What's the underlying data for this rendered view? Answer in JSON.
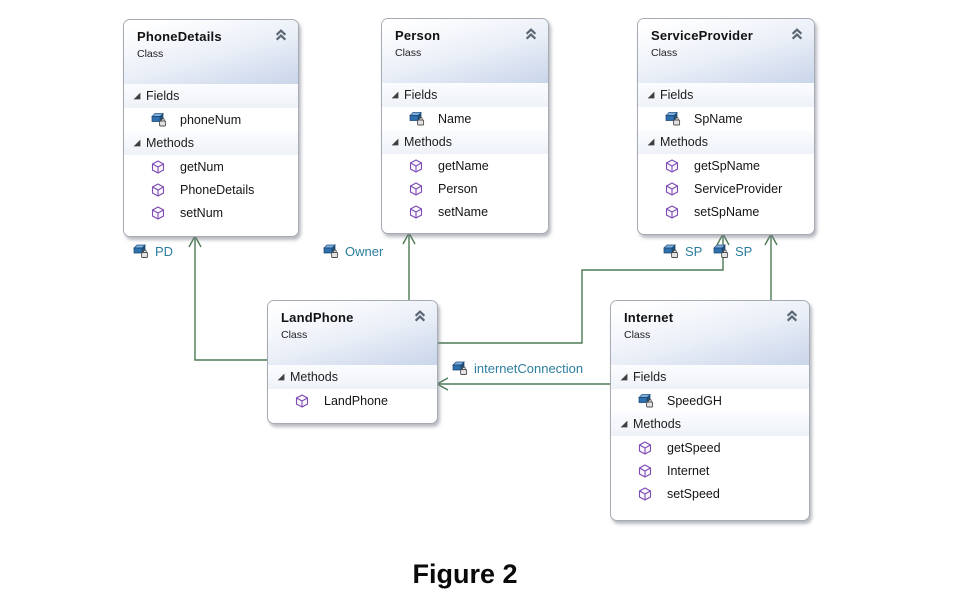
{
  "figure_caption": "Figure 2",
  "colors": {
    "connector_green": "#4d7a55",
    "association_label_teal": "#2c7e9e",
    "field_icon_blue": "#2e6fad",
    "method_icon_purple": "#7d4bb5",
    "header_gradient_end": "#c9d5ea"
  },
  "icons": {
    "collapse": "double-chevron-up-icon",
    "section_expander": "expanded-triangle-icon",
    "field": "field-cube-lock-icon",
    "method": "method-cube-icon"
  },
  "classes": [
    {
      "name": "PhoneDetails",
      "stereotype": "Class",
      "sections": [
        {
          "label": "Fields",
          "items": [
            {
              "kind": "field",
              "label": "phoneNum"
            }
          ]
        },
        {
          "label": "Methods",
          "items": [
            {
              "kind": "method",
              "label": "getNum"
            },
            {
              "kind": "method",
              "label": "PhoneDetails"
            },
            {
              "kind": "method",
              "label": "setNum"
            }
          ]
        }
      ]
    },
    {
      "name": "Person",
      "stereotype": "Class",
      "sections": [
        {
          "label": "Fields",
          "items": [
            {
              "kind": "field",
              "label": "Name"
            }
          ]
        },
        {
          "label": "Methods",
          "items": [
            {
              "kind": "method",
              "label": "getName"
            },
            {
              "kind": "method",
              "label": "Person"
            },
            {
              "kind": "method",
              "label": "setName"
            }
          ]
        }
      ]
    },
    {
      "name": "ServiceProvider",
      "stereotype": "Class",
      "sections": [
        {
          "label": "Fields",
          "items": [
            {
              "kind": "field",
              "label": "SpName"
            }
          ]
        },
        {
          "label": "Methods",
          "items": [
            {
              "kind": "method",
              "label": "getSpName"
            },
            {
              "kind": "method",
              "label": "ServiceProvider"
            },
            {
              "kind": "method",
              "label": "setSpName"
            }
          ]
        }
      ]
    },
    {
      "name": "LandPhone",
      "stereotype": "Class",
      "sections": [
        {
          "label": "Methods",
          "items": [
            {
              "kind": "method",
              "label": "LandPhone"
            }
          ]
        }
      ]
    },
    {
      "name": "Internet",
      "stereotype": "Class",
      "sections": [
        {
          "label": "Fields",
          "items": [
            {
              "kind": "field",
              "label": "SpeedGH"
            }
          ]
        },
        {
          "label": "Methods",
          "items": [
            {
              "kind": "method",
              "label": "getSpeed"
            },
            {
              "kind": "method",
              "label": "Internet"
            },
            {
              "kind": "method",
              "label": "setSpeed"
            }
          ]
        }
      ]
    }
  ],
  "associations": [
    {
      "label": "PD",
      "source": "LandPhone",
      "target": "PhoneDetails"
    },
    {
      "label": "Owner",
      "source": "LandPhone",
      "target": "Person"
    },
    {
      "label": "SP",
      "source": "LandPhone",
      "target": "ServiceProvider"
    },
    {
      "label": "SP",
      "source": "Internet",
      "target": "ServiceProvider"
    },
    {
      "label": "internetConnection",
      "source": "Internet",
      "target": "LandPhone"
    }
  ]
}
